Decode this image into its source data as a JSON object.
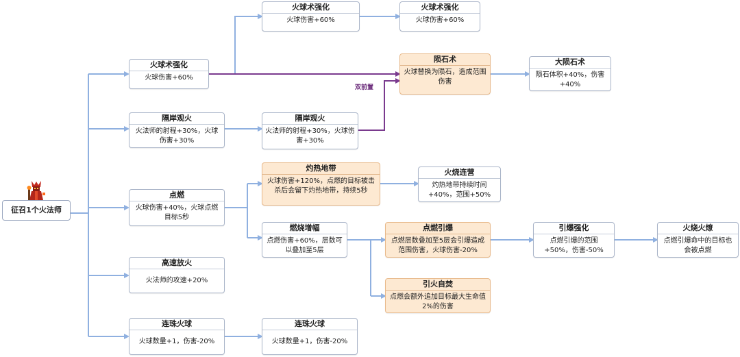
{
  "root": {
    "label": "征召1个火法师",
    "icon": "fire-mage-icon"
  },
  "edge_label": "双前置",
  "colors": {
    "link": "#8fb0e0",
    "dual_link": "#7a3a8e",
    "highlight_fill": "#fde9d2"
  },
  "nodes": {
    "fb1": {
      "title": "火球术强化",
      "body": "火球伤害+60%"
    },
    "fb2": {
      "title": "火球术强化",
      "body": "火球伤害+60%"
    },
    "fb3": {
      "title": "火球术强化",
      "body": "火球伤害+60%"
    },
    "met": {
      "title": "陨石术",
      "body": "火球替换为陨石，造成范围伤害"
    },
    "bmet": {
      "title": "大陨石术",
      "body": "陨石体积+40%，伤害+40%"
    },
    "gw1": {
      "title": "隔岸观火",
      "body": "火法师的射程+30%，火球伤害+30%"
    },
    "gw2": {
      "title": "隔岸观火",
      "body": "火法师的射程+30%，火球伤害+30%"
    },
    "ign": {
      "title": "点燃",
      "body": "火球伤害+40%，火球点燃目标5秒"
    },
    "zone": {
      "title": "灼热地带",
      "body": "火球伤害+120%，点燃的目标被击杀后会留下灼热地带，持续5秒"
    },
    "camp": {
      "title": "火烧连营",
      "body": "灼热地带持续时间+40%，范围+50%"
    },
    "burn": {
      "title": "燃烧增幅",
      "body": "点燃伤害+60%，层数可以叠加至5层"
    },
    "det": {
      "title": "点燃引爆",
      "body": "点燃层数叠加至5层会引爆造成范围伤害，火球伤害-20%"
    },
    "detp": {
      "title": "引爆强化",
      "body": "点燃引爆的范围+50%，伤害-50%"
    },
    "chain": {
      "title": "火烧火燎",
      "body": "点燃引爆命中的目标也会被点燃"
    },
    "self": {
      "title": "引火自焚",
      "body": "点燃会额外追加目标最大生命值2%的伤害"
    },
    "speed": {
      "title": "高速放火",
      "body": "火法师的攻速+20%"
    },
    "ms1": {
      "title": "连珠火球",
      "body": "火球数量+1，伤害-20%"
    },
    "ms2": {
      "title": "连珠火球",
      "body": "火球数量+1，伤害-20%"
    }
  }
}
